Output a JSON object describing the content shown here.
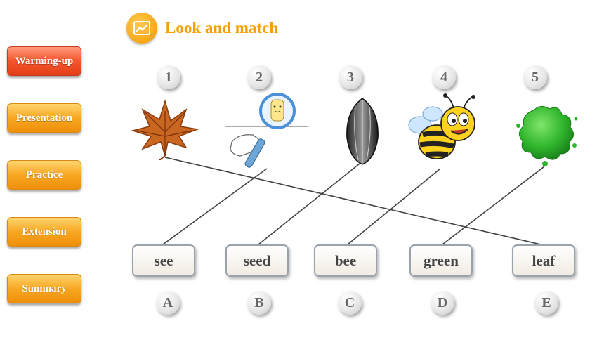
{
  "nav": {
    "items": [
      {
        "label": "Warming-up",
        "active": true
      },
      {
        "label": "Presentation",
        "active": false
      },
      {
        "label": "Practice",
        "active": false
      },
      {
        "label": "Extension",
        "active": false
      },
      {
        "label": "Summary",
        "active": false
      }
    ]
  },
  "header": {
    "title": "Look and match",
    "icon": "chart-icon"
  },
  "numbers": [
    "1",
    "2",
    "3",
    "4",
    "5"
  ],
  "pictures": [
    "leaf-picture",
    "magnifier-picture",
    "seed-picture",
    "bee-picture",
    "green-splash-picture"
  ],
  "words": [
    "see",
    "seed",
    "bee",
    "green",
    "leaf"
  ],
  "letters": [
    "A",
    "B",
    "C",
    "D",
    "E"
  ],
  "colors": {
    "active_nav": "#f4552c",
    "inactive_nav": "#f7a722",
    "title": "#f5a000",
    "line": "#444444"
  }
}
